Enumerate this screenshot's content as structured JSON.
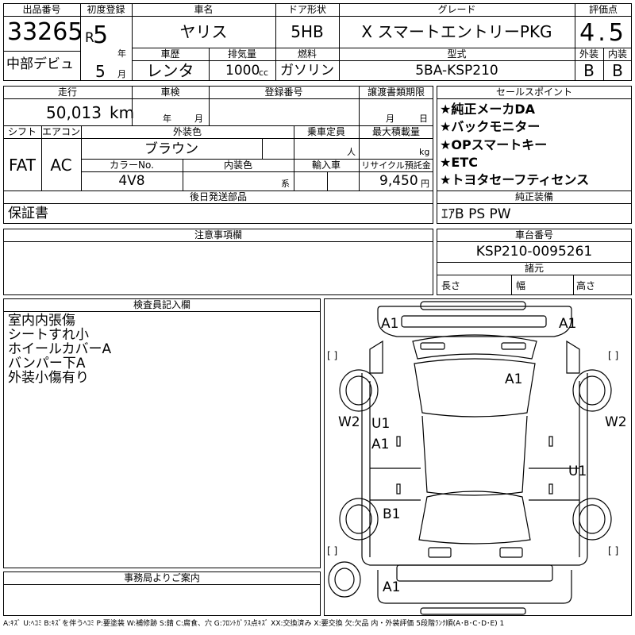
{
  "top": {
    "lot_no_label": "出品番号",
    "lot_no": "33265",
    "debut_label": "中部デビュ",
    "first_reg_label": "初度登録",
    "era": "R",
    "reg_year": "5",
    "year_unit": "年",
    "reg_month": "5",
    "month_unit": "月",
    "car_name_label": "車名",
    "car_name": "ヤリス",
    "door_label": "ドア形状",
    "door": "5HB",
    "grade_label": "グレード",
    "grade": "X スマートエントリーPKG",
    "score_label": "評価点",
    "score": "4.5",
    "history_label": "車歴",
    "history": "レンタ",
    "displacement_label": "排気量",
    "displacement": "1000",
    "cc_unit": "cc",
    "fuel_label": "燃料",
    "fuel": "ガソリン",
    "model_label": "型式",
    "model": "5BA-KSP210",
    "exterior_label": "外装",
    "exterior": "B",
    "interior_label": "内装",
    "interior": "B"
  },
  "mid": {
    "mileage_label": "走行",
    "mileage": "50,013",
    "km_unit": "km",
    "inspection_label": "車検",
    "insp_year_unit": "年",
    "insp_month_unit": "月",
    "reg_no_label": "登録番号",
    "transfer_label": "譲渡書類期限",
    "transfer_month_unit": "月",
    "transfer_day_unit": "日",
    "shift_label": "シフト",
    "shift": "FAT",
    "ac_label": "エアコン",
    "ac": "AC",
    "ext_color_label": "外装色",
    "ext_color": "ブラウン",
    "capacity_label": "乗車定員",
    "capacity_unit": "人",
    "load_label": "最大積載量",
    "load_unit": "kg",
    "color_no_label": "カラーNo.",
    "color_no": "4V8",
    "int_color_label": "内装色",
    "int_color_unit": "系",
    "import_label": "輸入車",
    "recycle_label": "リサイクル預託金",
    "recycle": "9,450",
    "yen_unit": "円",
    "later_parts_label": "後日発送部品",
    "later_parts": "保証書"
  },
  "sales": {
    "label": "セールスポイント",
    "points": [
      "★純正メーカDA",
      "★バックモニター",
      "★OPスマートキー",
      "★ETC",
      "★トヨタセーフティセンス"
    ]
  },
  "equipment": {
    "label": "純正装備",
    "value": "ｴｱB PS PW"
  },
  "notes": {
    "label": "注意事項欄"
  },
  "chassis": {
    "label": "車台番号",
    "value": "KSP210-0095261",
    "dims_label": "諸元",
    "length_label": "長さ",
    "width_label": "幅",
    "height_label": "高さ"
  },
  "inspector": {
    "label": "検査員記入欄",
    "lines": [
      "室内内張傷",
      "シートすれ小",
      "ホイールカバーA",
      "バンパー下A",
      "外装小傷有り"
    ]
  },
  "office": {
    "label": "事務局よりご案内"
  },
  "diagram": {
    "marks": {
      "front_left": "A1",
      "front_right": "A1",
      "hood": "A1",
      "left_door_top": "U1",
      "left_door_low": "A1",
      "right_door": "U1",
      "left_rear": "B1",
      "rear": "A1",
      "left_side": "W2",
      "right_side": "W2"
    },
    "bracket_l": "[ ]",
    "bracket_r": "[ ]"
  },
  "legend": "A:ｷｽﾞ U:ﾍｺﾐ B:ｷｽﾞを伴うﾍｺﾐ P:要塗装 W:補修跡 S:錆 C:腐食、穴 G:ﾌﾛﾝﾄｶﾞﾗｽ点ｷｽﾞ XX:交換済み X:要交換 欠:欠品 内・外装評価 5段階ﾗﾝｸ順(A･B･C･D･E) 1"
}
